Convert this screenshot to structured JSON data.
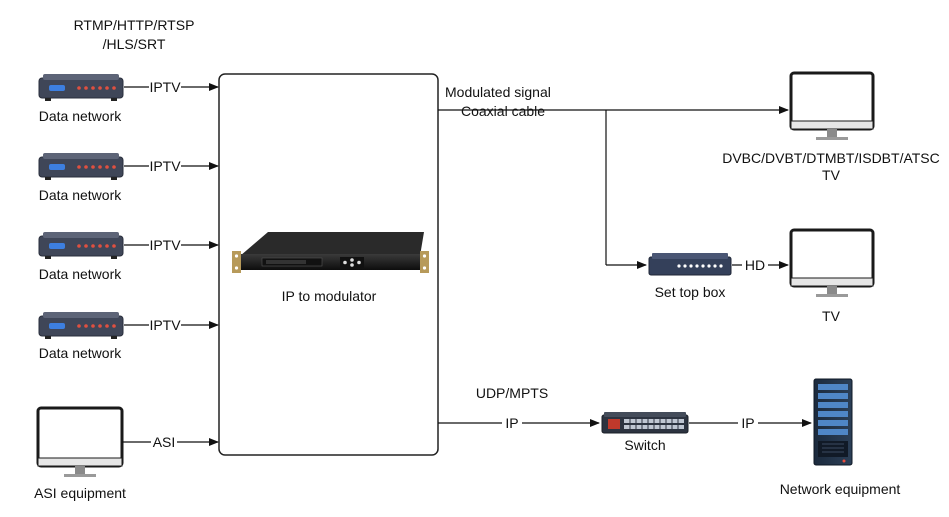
{
  "protocols": {
    "line1": "RTMP/HTTP/RTSP",
    "line2": "/HLS/SRT"
  },
  "inputs": [
    {
      "device_label": "Data network",
      "link_label": "IPTV"
    },
    {
      "device_label": "Data network",
      "link_label": "IPTV"
    },
    {
      "device_label": "Data network",
      "link_label": "IPTV"
    },
    {
      "device_label": "Data network",
      "link_label": "IPTV"
    }
  ],
  "asi": {
    "device_label": "ASI equipment",
    "link_label": "ASI"
  },
  "modulator": {
    "label": "IP to modulator"
  },
  "output_rf": {
    "line1": "Modulated signal",
    "line2": "Coaxial cable"
  },
  "tv_main": {
    "line1": "DVBC/DVBT/DTMBT/ISDBT/ATSC",
    "line2": "TV"
  },
  "stb": {
    "label": "Set top box",
    "link_label": "HD"
  },
  "tv_stb": {
    "label": "TV"
  },
  "output_ip": {
    "protocol_label": "UDP/MPTS",
    "link_label_1": "IP",
    "link_label_2": "IP"
  },
  "switch": {
    "label": "Switch"
  },
  "network_equipment": {
    "label": "Network equipment"
  },
  "icons": {
    "router": "router-icon",
    "monitor": "monitor-icon",
    "rack_device": "rack-modulator-icon",
    "set_top_box": "set-top-box-icon",
    "switch": "network-switch-icon",
    "server": "server-tower-icon"
  }
}
